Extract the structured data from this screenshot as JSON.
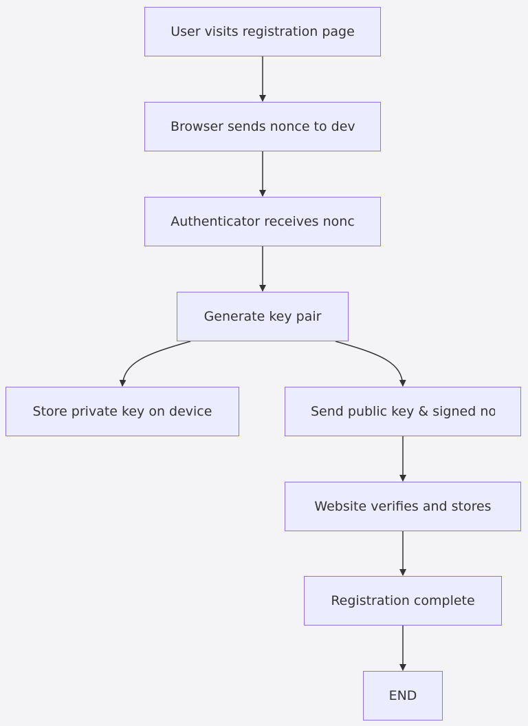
{
  "nodes": {
    "visit": "User visits registration page",
    "send_nonce": "Browser sends nonce to dev",
    "receive_nonce": "Authenticator receives nonc",
    "generate": "Generate key pair",
    "store_private": "Store private key on device",
    "send_public": "Send public key & signed no",
    "verify": "Website verifies and stores",
    "complete": "Registration complete",
    "end": "END"
  },
  "colors": {
    "background": "#f4f4f6",
    "node_fill": "#ececff",
    "node_border": "#9370db",
    "text": "#333333",
    "edge": "#333333"
  }
}
